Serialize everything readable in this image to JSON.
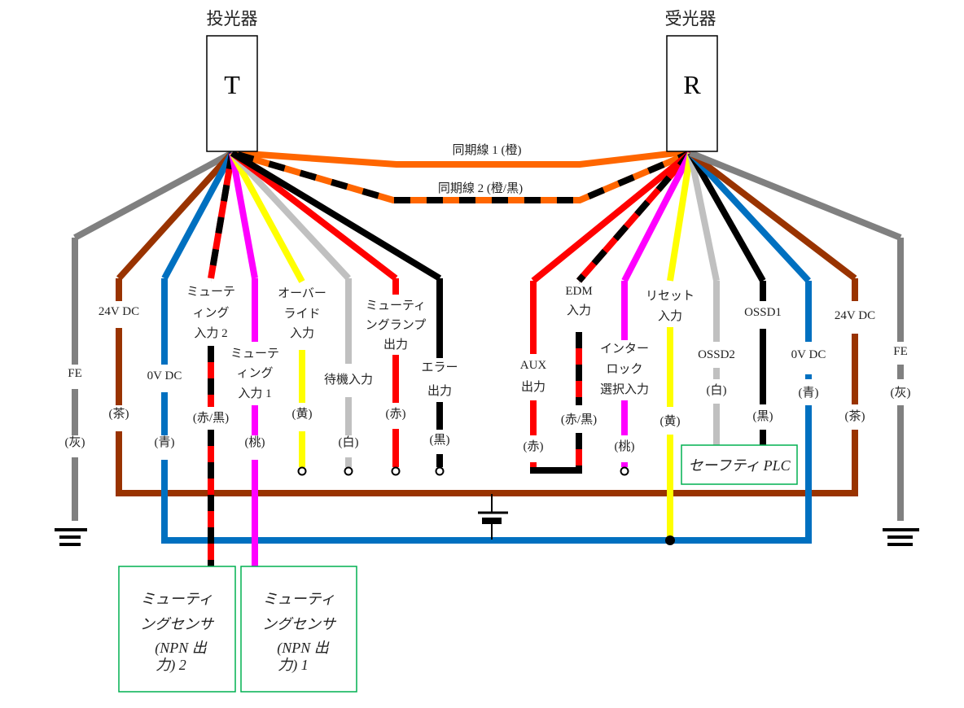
{
  "devices": {
    "transmitter": {
      "title": "投光器",
      "letter": "T"
    },
    "receiver": {
      "title": "受光器",
      "letter": "R"
    }
  },
  "colors": {
    "gray": "#808080",
    "brown": "#993300",
    "blue": "#0070c0",
    "red": "#ff0000",
    "black": "#000000",
    "pink": "#ff00ff",
    "yellow": "#ffff00",
    "white": "#c0c0c0",
    "orange": "#ff6600",
    "green": "#00b050"
  },
  "sync_lines": [
    {
      "label": "同期線 1 (橙)",
      "color": "orange",
      "stripe": null
    },
    {
      "label": "同期線 2 (橙/黒)",
      "color": "orange",
      "stripe": "black"
    }
  ],
  "transmitter_wires": [
    {
      "id": "t-fe",
      "lines": [
        "FE"
      ],
      "color_label": "(灰)",
      "color": "gray",
      "stripe": null,
      "terminal": "ground"
    },
    {
      "id": "t-24v",
      "lines": [
        "24V DC"
      ],
      "color_label": "(茶)",
      "color": "brown",
      "stripe": null,
      "terminal": "24v-bus"
    },
    {
      "id": "t-0v",
      "lines": [
        "0V DC"
      ],
      "color_label": "(青)",
      "color": "blue",
      "stripe": null,
      "terminal": "0v-bus"
    },
    {
      "id": "t-muting2",
      "lines": [
        "ミューテ",
        "ィング",
        "入力 2"
      ],
      "color_label": "(赤/黒)",
      "color": "red",
      "stripe": "black",
      "terminal": "muting-sensor-2"
    },
    {
      "id": "t-muting1",
      "lines": [
        "ミューテ",
        "ィング",
        "入力 1"
      ],
      "color_label": "(桃)",
      "color": "pink",
      "stripe": null,
      "terminal": "muting-sensor-1"
    },
    {
      "id": "t-override",
      "lines": [
        "オーバー",
        "ライド",
        "入力"
      ],
      "color_label": "(黄)",
      "color": "yellow",
      "stripe": null,
      "terminal": "open"
    },
    {
      "id": "t-standby",
      "lines": [
        "待機入力"
      ],
      "color_label": "(白)",
      "color": "white",
      "stripe": null,
      "terminal": "open"
    },
    {
      "id": "t-lamp",
      "lines": [
        "ミューティ",
        "ングランプ",
        "出力"
      ],
      "color_label": "(赤)",
      "color": "red",
      "stripe": null,
      "terminal": "open"
    },
    {
      "id": "t-error",
      "lines": [
        "エラー",
        "出力"
      ],
      "color_label": "(黒)",
      "color": "black",
      "stripe": null,
      "terminal": "open"
    }
  ],
  "receiver_wires": [
    {
      "id": "r-aux",
      "lines": [
        "AUX",
        "出力"
      ],
      "color_label": "(赤)",
      "color": "red",
      "stripe": null,
      "terminal": "aux-edm-link"
    },
    {
      "id": "r-edm",
      "lines": [
        "EDM",
        "入力"
      ],
      "color_label": "(赤/黒)",
      "color": "red",
      "stripe": "black",
      "terminal": "aux-edm-link"
    },
    {
      "id": "r-interlock",
      "lines": [
        "インター",
        "ロック",
        "選択入力"
      ],
      "color_label": "(桃)",
      "color": "pink",
      "stripe": null,
      "terminal": "open"
    },
    {
      "id": "r-reset",
      "lines": [
        "リセット",
        "入力"
      ],
      "color_label": "(黄)",
      "color": "yellow",
      "stripe": null,
      "terminal": "0v-bus"
    },
    {
      "id": "r-ossd2",
      "lines": [
        "OSSD2"
      ],
      "color_label": "(白)",
      "color": "white",
      "stripe": null,
      "terminal": "plc"
    },
    {
      "id": "r-ossd1",
      "lines": [
        "OSSD1"
      ],
      "color_label": "(黒)",
      "color": "black",
      "stripe": null,
      "terminal": "plc"
    },
    {
      "id": "r-0v",
      "lines": [
        "0V DC"
      ],
      "color_label": "(青)",
      "color": "blue",
      "stripe": null,
      "terminal": "0v-bus"
    },
    {
      "id": "r-24v",
      "lines": [
        "24V DC"
      ],
      "color_label": "(茶)",
      "color": "brown",
      "stripe": null,
      "terminal": "24v-bus"
    },
    {
      "id": "r-fe",
      "lines": [
        "FE"
      ],
      "color_label": "(灰)",
      "color": "gray",
      "stripe": null,
      "terminal": "ground"
    }
  ],
  "boxes": {
    "safety_plc": {
      "lines": [
        "セーフティ PLC"
      ]
    },
    "muting_sensor_2": {
      "lines": [
        "ミューティ",
        "ングセンサ",
        "(NPN 出",
        "力) 2"
      ]
    },
    "muting_sensor_1": {
      "lines": [
        "ミューティ",
        "ングセンサ",
        "(NPN 出",
        "力) 1"
      ]
    }
  }
}
